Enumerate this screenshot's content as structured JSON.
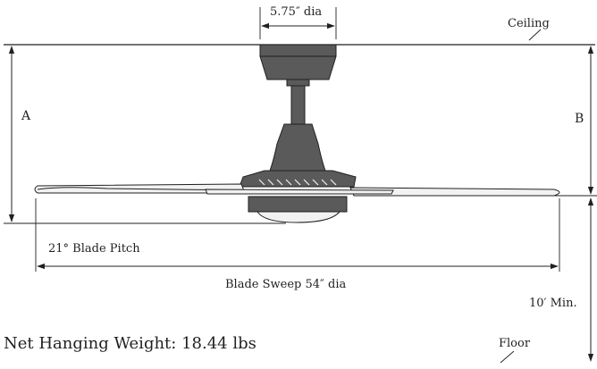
{
  "labels": {
    "canopy_diameter": "5.75″ dia",
    "ceiling": "Ceiling",
    "dimension_a": "A",
    "dimension_b": "B",
    "blade_pitch": "21° Blade Pitch",
    "blade_sweep": "Blade Sweep  54″ dia",
    "min_height": "10′ Min.",
    "floor": "Floor",
    "net_weight": "Net Hanging Weight: 18.44 lbs"
  },
  "colors": {
    "line": "#231f20",
    "fan_fill": "#5a5a5a",
    "blade_fill": "#f2f2f2"
  }
}
